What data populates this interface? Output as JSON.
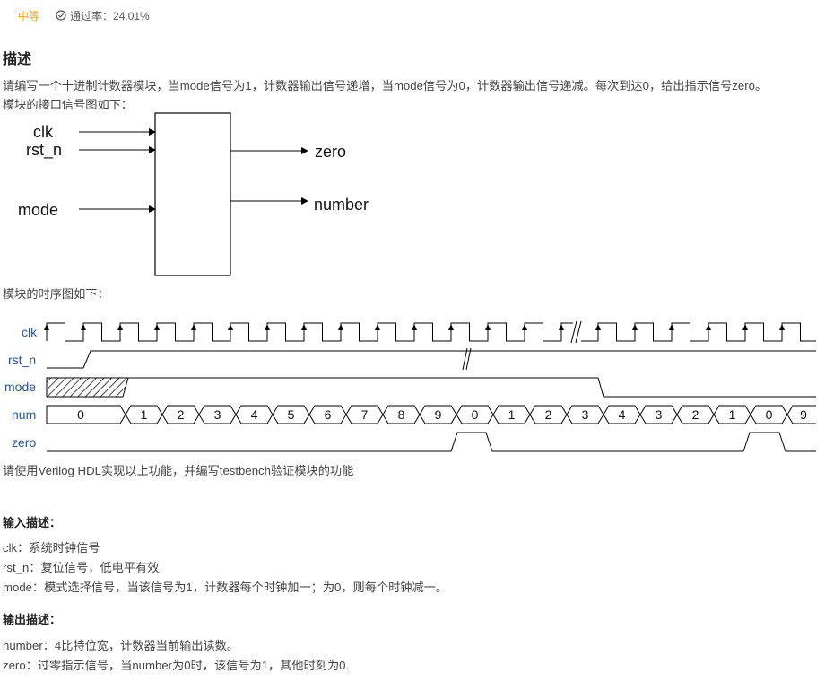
{
  "meta": {
    "difficulty": "中等",
    "pass_rate": "通过率：24.01%"
  },
  "description": {
    "heading": "描述",
    "line1": "请编写一个十进制计数器模块，当mode信号为1，计数器输出信号递增，当mode信号为0，计数器输出信号递减。每次到达0，给出指示信号zero。",
    "line2": "模块的接口信号图如下："
  },
  "interface_diagram": {
    "inputs": [
      "clk",
      "rst_n",
      "mode"
    ],
    "outputs": [
      "zero",
      "number"
    ]
  },
  "timing_caption": "模块的时序图如下：",
  "timing_diagram": {
    "signals": [
      "clk",
      "rst_n",
      "mode",
      "num",
      "zero"
    ],
    "num_values": [
      "0",
      "1",
      "2",
      "3",
      "4",
      "5",
      "6",
      "7",
      "8",
      "9",
      "0",
      "1",
      "2",
      "3",
      "4",
      "3",
      "2",
      "1",
      "0",
      "9"
    ],
    "colors": {
      "label": "#2255aa",
      "line": "#000000"
    }
  },
  "instruction": "请使用Verilog HDL实现以上功能，并编写testbench验证模块的功能",
  "input_section": {
    "heading": "输入描述：",
    "lines": [
      "clk：系统时钟信号",
      "rst_n：复位信号，低电平有效",
      "mode：模式选择信号，当该信号为1，计数器每个时钟加一；为0，则每个时钟减一。"
    ]
  },
  "output_section": {
    "heading": "输出描述：",
    "lines": [
      "number：4比特位宽，计数器当前输出读数。",
      "zero：过零指示信号，当number为0时，该信号为1，其他时刻为0."
    ]
  }
}
